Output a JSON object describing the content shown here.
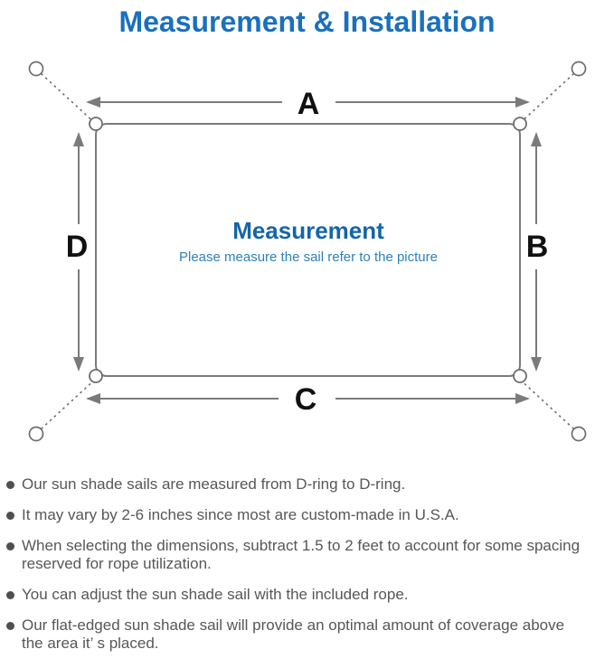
{
  "page_title": "Measurement & Installation",
  "colors": {
    "title_blue": "#1a70bd",
    "center_heading_blue": "#1465a9",
    "center_subtitle_blue": "#2e81bc",
    "line_gray": "#7b7b7b",
    "text_gray": "#575757",
    "label_black": "#111111"
  },
  "diagram": {
    "labels": {
      "top": "A",
      "right": "B",
      "bottom": "C",
      "left": "D"
    },
    "center_title": "Measurement",
    "center_subtitle": "Please measure the sail refer to the picture",
    "icons": [
      "anchor-ring-icon",
      "corner-d-ring-icon",
      "dimension-arrow-icon"
    ]
  },
  "bullets": [
    {
      "lines": [
        "Our sun shade sails are measured from D-ring to D-ring."
      ]
    },
    {
      "lines": [
        "It may vary by 2-6 inches since most are custom-made in U.S.A."
      ]
    },
    {
      "lines": [
        "When selecting the dimensions, subtract 1.5 to 2 feet to account for some spacing",
        "reserved for rope utilization."
      ]
    },
    {
      "lines": [
        "You can adjust the sun shade sail with the included rope."
      ]
    },
    {
      "lines": [
        "Our flat-edged sun shade sail will provide an optimal amount of coverage above",
        "the area it’ s placed."
      ]
    }
  ]
}
